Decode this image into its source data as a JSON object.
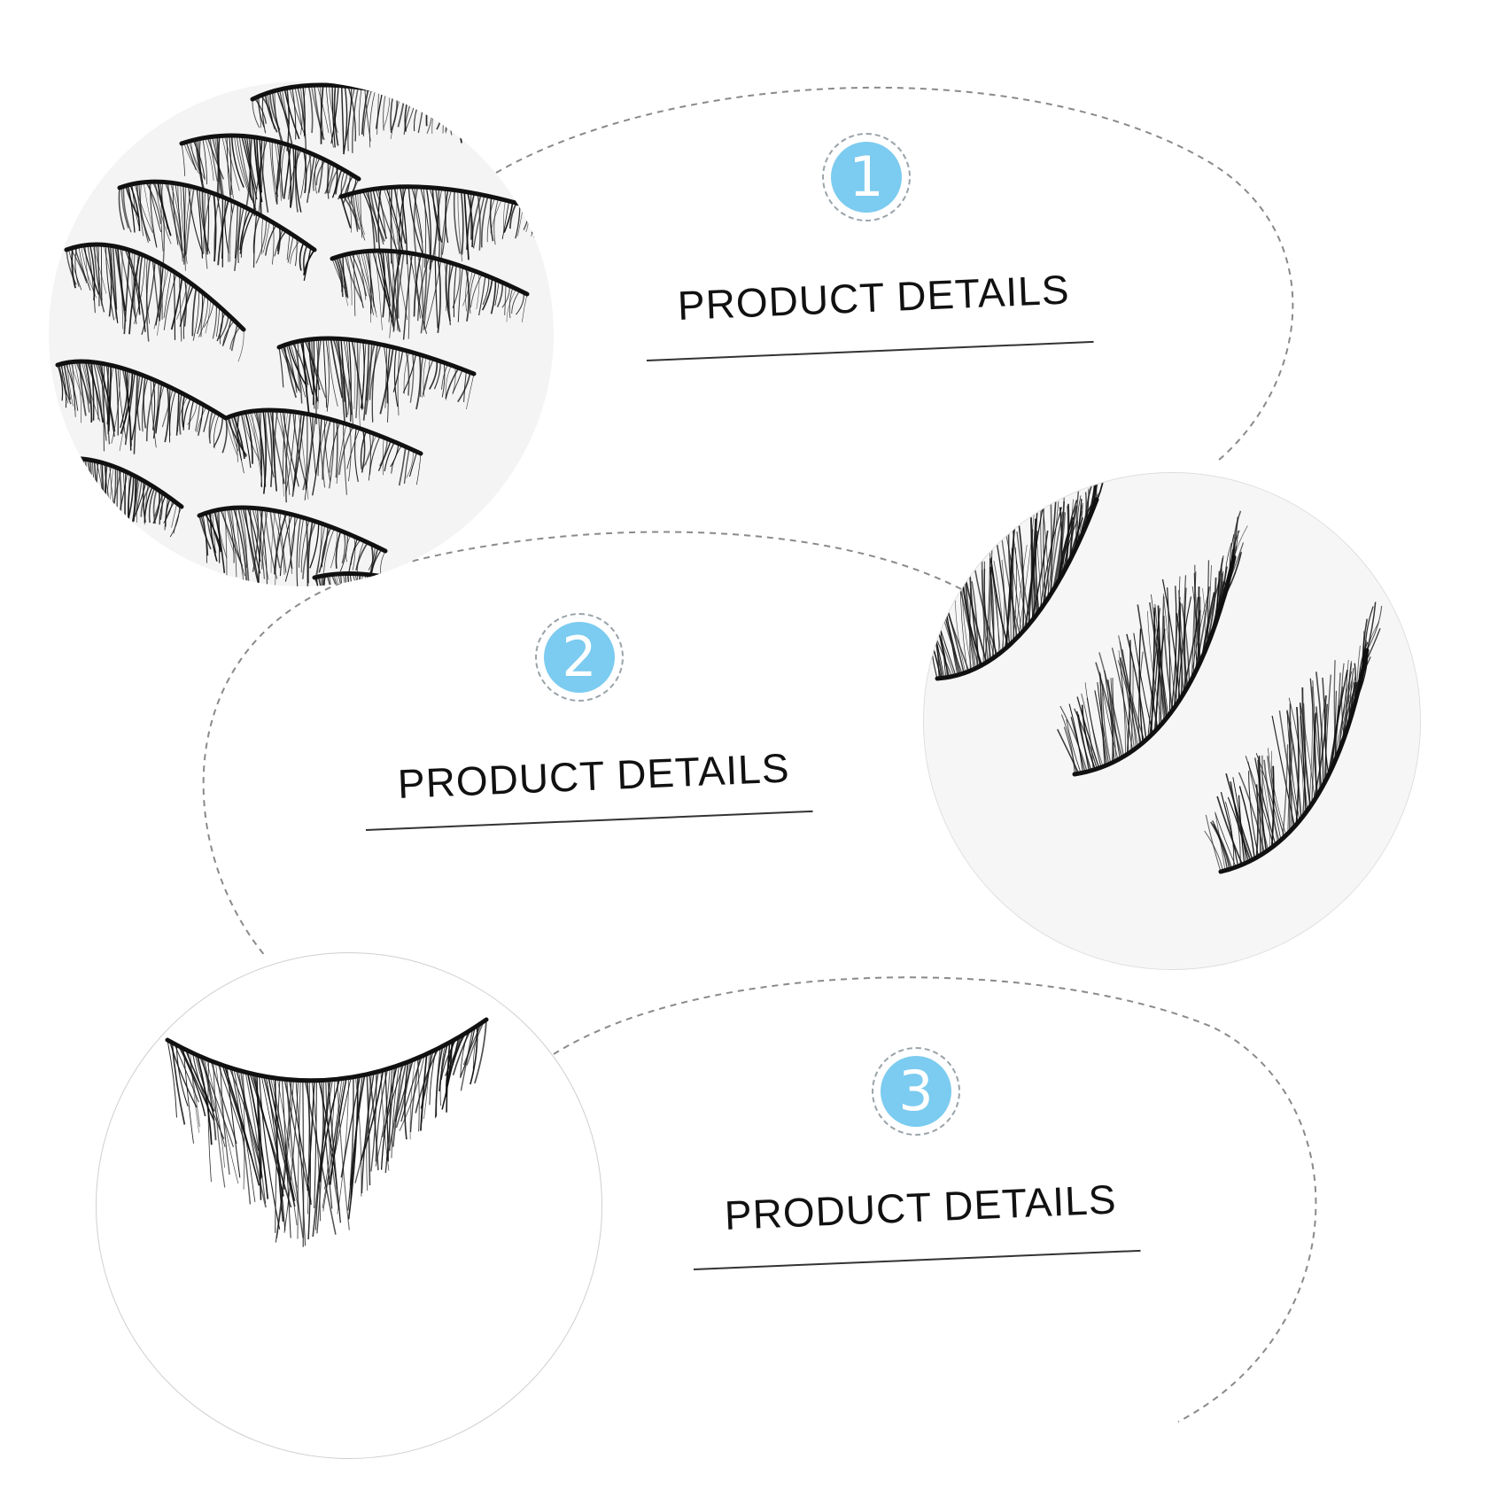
{
  "sections": [
    {
      "number": "1",
      "heading": "PRODUCT DETAILS",
      "photo": "lash-tray-many-pairs"
    },
    {
      "number": "2",
      "heading": "PRODUCT DETAILS",
      "photo": "lash-tray-three-pairs"
    },
    {
      "number": "3",
      "heading": "PRODUCT DETAILS",
      "photo": "single-lash-strip"
    }
  ],
  "colors": {
    "badge_fill": "#7ccbf0",
    "dashed_line": "#8a8a8a",
    "lash": "#111111"
  }
}
